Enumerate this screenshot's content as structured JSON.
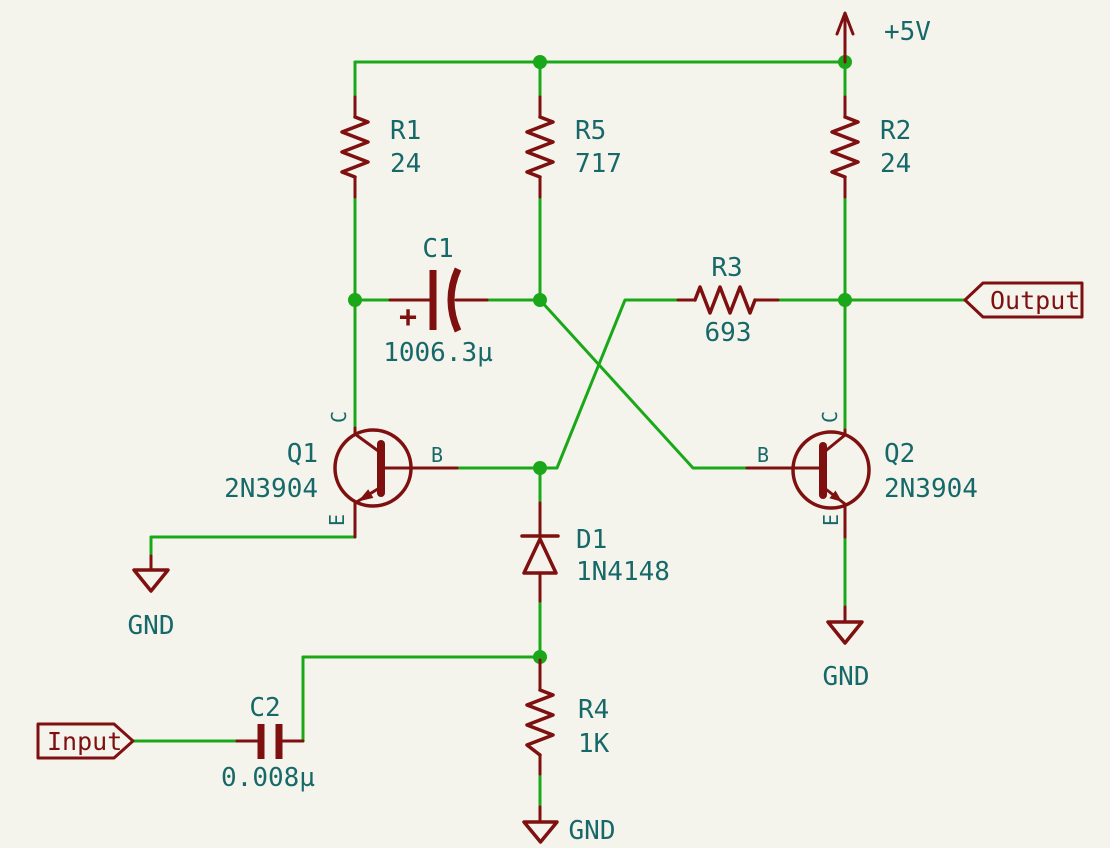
{
  "palette": {
    "bg": "#F5F4EC",
    "wire": "#1AA81A",
    "device": "#7E1010",
    "field": "#176969"
  },
  "power": {
    "vcc_label": "+5V",
    "gnd_label": "GND"
  },
  "ports": {
    "input_label": "Input",
    "output_label": "Output"
  },
  "components": {
    "r1": {
      "ref": "R1",
      "value": "24"
    },
    "r2": {
      "ref": "R2",
      "value": "24"
    },
    "r3": {
      "ref": "R3",
      "value": "693"
    },
    "r4": {
      "ref": "R4",
      "value": "1K"
    },
    "r5": {
      "ref": "R5",
      "value": "717"
    },
    "c1": {
      "ref": "C1",
      "value": "1006.3µ",
      "polarity": "+"
    },
    "c2": {
      "ref": "C2",
      "value": "0.008µ"
    },
    "d1": {
      "ref": "D1",
      "value": "1N4148"
    },
    "q1": {
      "ref": "Q1",
      "value": "2N3904",
      "pins": {
        "c": "C",
        "b": "B",
        "e": "E"
      }
    },
    "q2": {
      "ref": "Q2",
      "value": "2N3904",
      "pins": {
        "c": "C",
        "b": "B",
        "e": "E"
      }
    }
  }
}
